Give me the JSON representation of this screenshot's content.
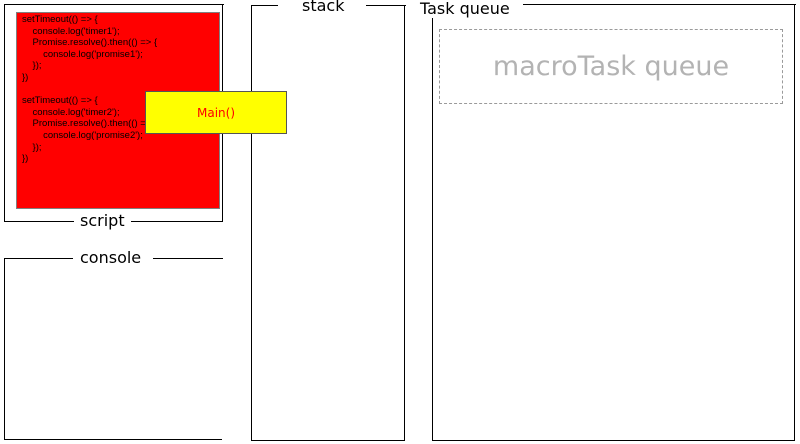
{
  "labels": {
    "script": "script",
    "console": "console",
    "stack": "stack",
    "task_queue": "Task queue"
  },
  "script_code": [
    "setTimeout(() => {",
    "    console.log('timer1');",
    "    Promise.resolve().then(() => {",
    "        console.log('promise1');",
    "    });",
    "})",
    "",
    "setTimeout(() => {",
    "    console.log('timer2');",
    "    Promise.resolve().then(() => {",
    "        console.log('promise2');",
    "    });",
    "})"
  ],
  "stack_frames": [
    "Main()"
  ],
  "queues": {
    "macro": "macroTask queue"
  },
  "console_output": [],
  "colors": {
    "script_bg": "#ff0000",
    "frame_bg": "#ffff00",
    "frame_text": "#ff0000",
    "queue_text": "#b3b3b3"
  }
}
